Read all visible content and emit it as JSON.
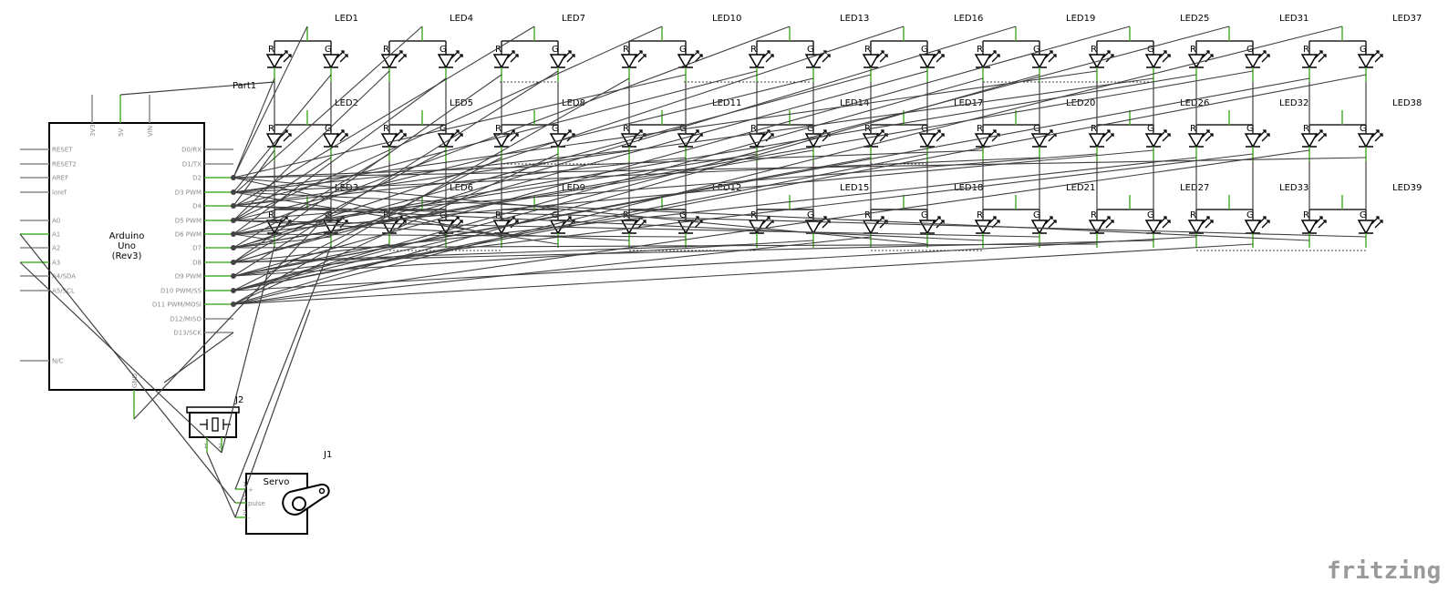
{
  "part1_label": "Part1",
  "arduino": {
    "name_lines": [
      "Arduino",
      "Uno",
      "(Rev3)"
    ],
    "top_pins": [
      "3V3",
      "5V",
      "VIN"
    ],
    "left_pins": [
      "RESET",
      "RESET2",
      "AREF",
      "ioref",
      "A0",
      "A1",
      "A2",
      "A3",
      "A4/SDA",
      "A5/SCL",
      "N/C"
    ],
    "right_pins": [
      "D0/RX",
      "D1/TX",
      "D2",
      "D3 PWM",
      "D4",
      "D5 PWM",
      "D6 PWM",
      "D7",
      "D8",
      "D9 PWM",
      "D10 PWM/SS",
      "D11 PWM/MOSI",
      "D12/MISO",
      "D13/SCK"
    ],
    "gnd": "GND"
  },
  "leds": {
    "rows": [
      [
        "LED1",
        "LED4",
        "LED7",
        "LED10",
        "LED13",
        "LED16",
        "LED19",
        "LED25",
        "LED31",
        "LED37"
      ],
      [
        "LED2",
        "LED5",
        "LED8",
        "LED11",
        "LED14",
        "LED17",
        "LED20",
        "LED26",
        "LED32",
        "LED38"
      ],
      [
        "LED3",
        "LED6",
        "LED9",
        "LED12",
        "LED15",
        "LED18",
        "LED21",
        "LED27",
        "LED33",
        "LED39"
      ]
    ],
    "red_label": "R",
    "green_label": "G"
  },
  "buzzer": {
    "label": "J2",
    "pins": [
      "1",
      "2"
    ]
  },
  "servo": {
    "label": "J1",
    "title": "Servo",
    "pins": [
      "+",
      "pulse",
      "-"
    ],
    "pin_numbers": [
      "1",
      "2",
      "3"
    ]
  },
  "logo": "fritzing",
  "colors": {
    "wire": "#404040",
    "connected": "#4caf30",
    "pin": "#8a8a8a"
  }
}
